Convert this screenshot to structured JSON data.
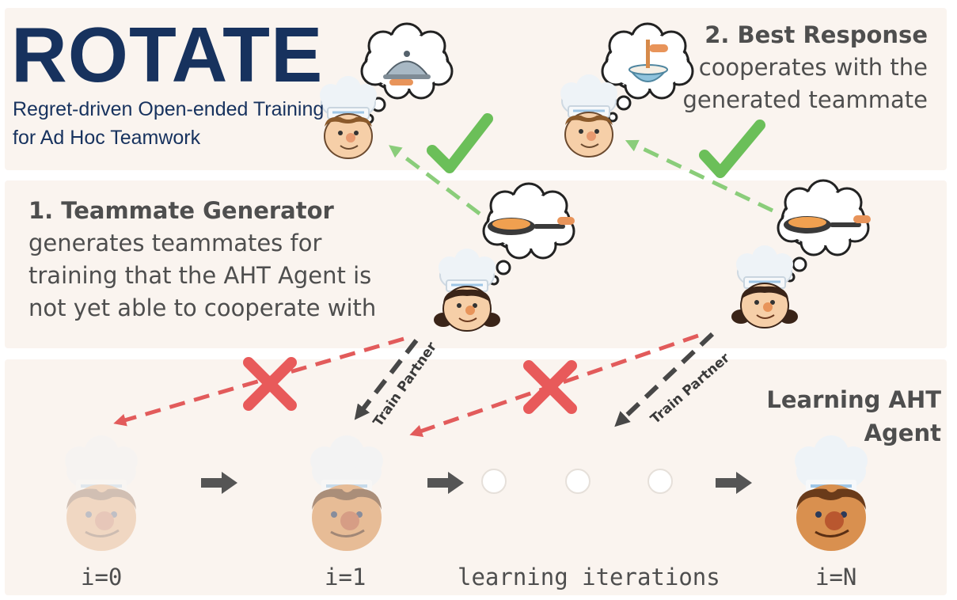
{
  "title": "ROTATE",
  "subtitle": "Regret-driven Open-ended Training for Ad Hoc Teamwork",
  "best_response": {
    "heading": "2. Best Response",
    "body": "cooperates with the generated teammate"
  },
  "teammate_generator": {
    "heading": "1. Teammate Generator",
    "body": "generates teammates for training that the AHT Agent is not yet able to cooperate with"
  },
  "learning_agent": {
    "heading": "Learning AHT Agent"
  },
  "train_partner_labels": [
    "Train Partner",
    "Train Partner"
  ],
  "iteration_labels": {
    "start": "i=0",
    "first": "i=1",
    "middle": "learning iterations",
    "end": "i=N"
  },
  "colors": {
    "title": "#17325e",
    "panel": "#faf4ef",
    "text": "#4e4e4e",
    "check": "#6bbf59",
    "dashed_green": "#8acd7a",
    "cross": "#e85a5a",
    "dashed_red": "#e25b5b",
    "dashed_gray": "#474747"
  },
  "icons": [
    "chef-icon",
    "thought-bubble-icon",
    "cloche-icon",
    "frying-pan-icon",
    "mixing-bowl-icon",
    "checkmark-icon",
    "cross-icon",
    "arrow-icon",
    "dot-icon"
  ]
}
